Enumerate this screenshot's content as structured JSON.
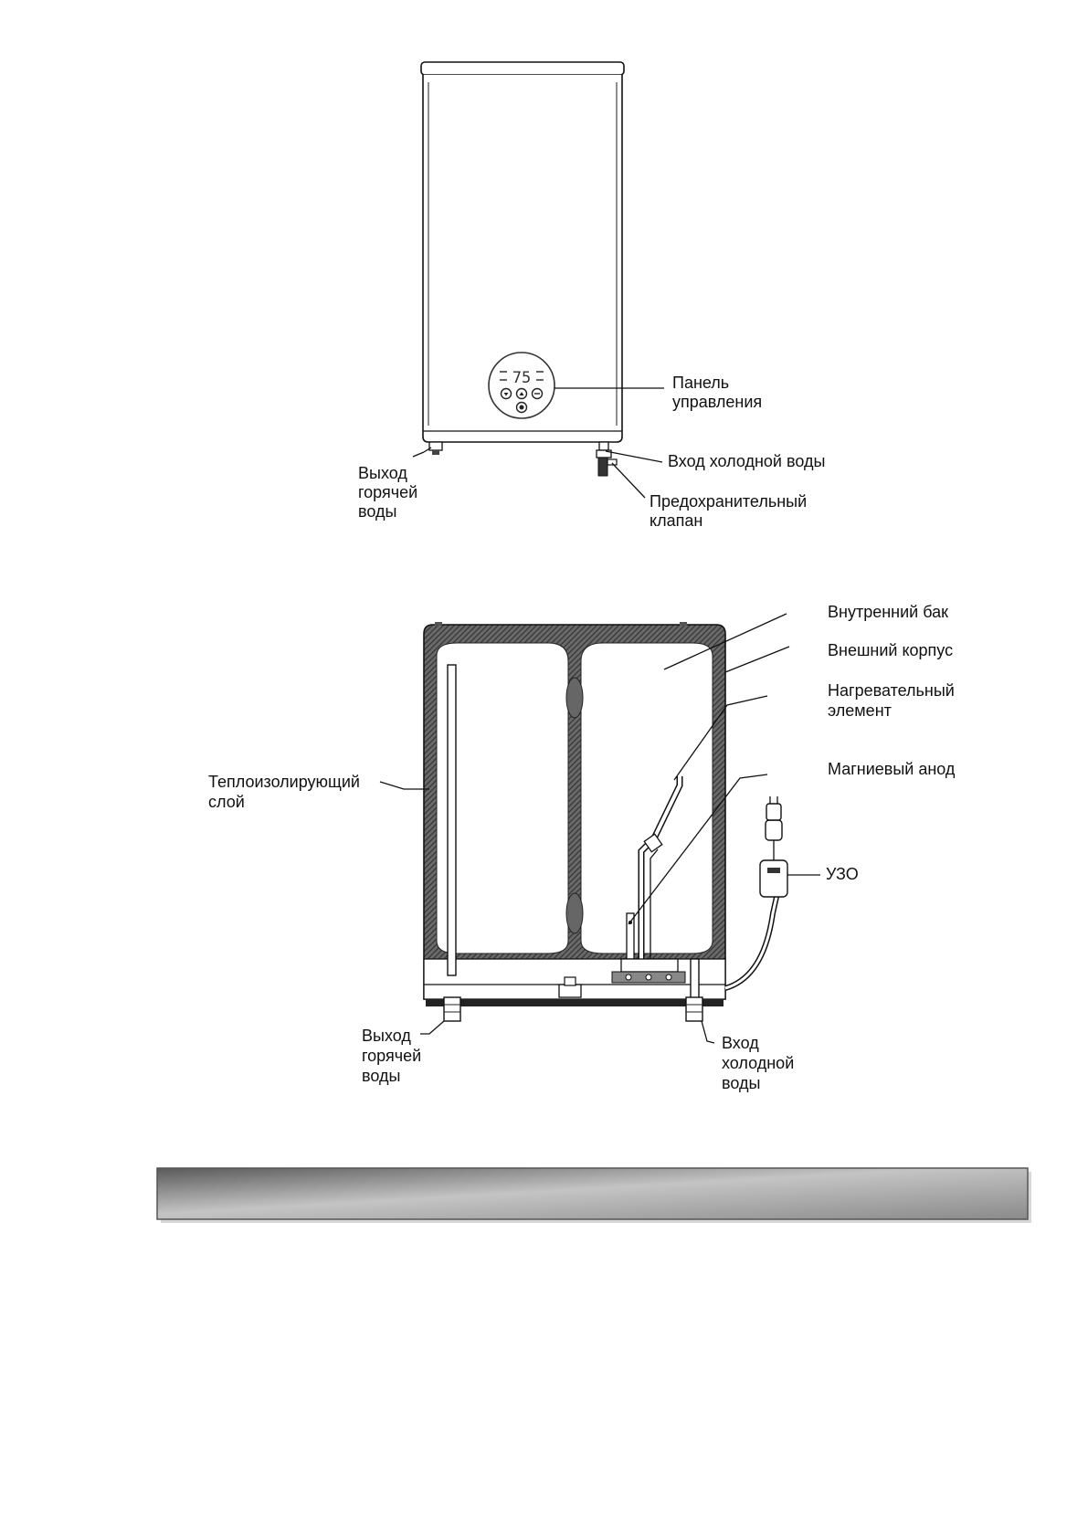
{
  "figure1": {
    "display_value": "75",
    "labels": {
      "control_panel": [
        "Панель",
        "управления"
      ],
      "cold_inlet": [
        "Вход холодной воды"
      ],
      "safety_valve": [
        "Предохранительный",
        "клапан"
      ],
      "hot_outlet": [
        "Выход",
        "горячей",
        "воды"
      ]
    }
  },
  "figure2": {
    "labels": {
      "inner_tank": [
        "Внутренний бак"
      ],
      "outer_casing": [
        "Внешний корпус"
      ],
      "heating_element": [
        "Нагревательный",
        "элемент"
      ],
      "magnesium_anode": [
        "Магниевый анод"
      ],
      "insulation_layer": [
        "Теплоизолирующий",
        "слой"
      ],
      "rcd": [
        "УЗО"
      ],
      "hot_outlet": [
        "Выход",
        "горячей",
        "воды"
      ],
      "cold_inlet": [
        "Вход",
        "холодной",
        "воды"
      ]
    }
  },
  "section_bar": {
    "text": ""
  }
}
